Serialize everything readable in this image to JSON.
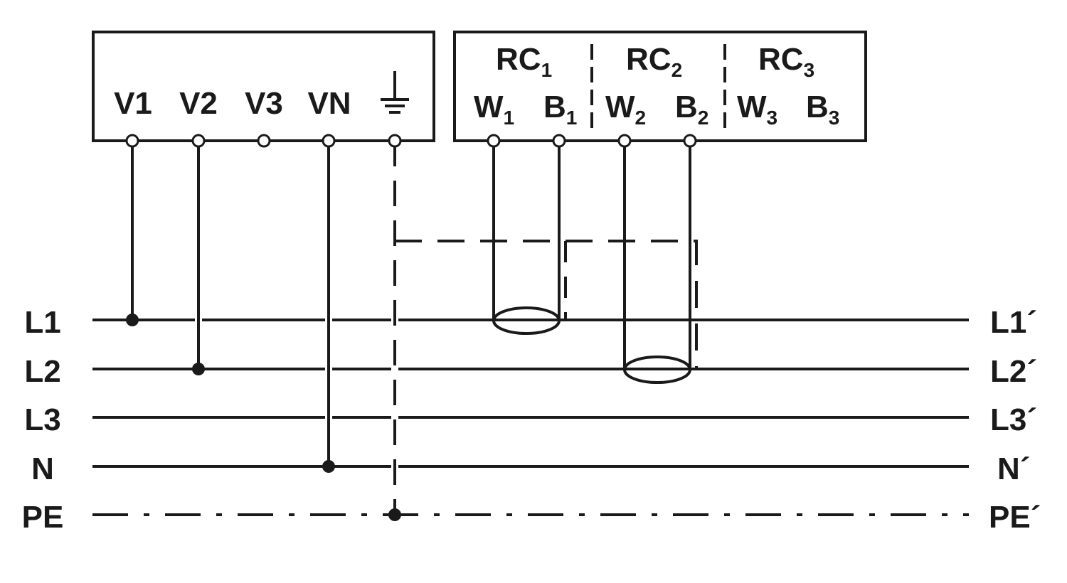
{
  "voltage_terminals": [
    "V1",
    "V2",
    "V3",
    "VN"
  ],
  "rc_groups": [
    {
      "name": "RC",
      "sub": "1",
      "w": "W",
      "w_sub": "1",
      "b": "B",
      "b_sub": "1"
    },
    {
      "name": "RC",
      "sub": "2",
      "w": "W",
      "w_sub": "2",
      "b": "B",
      "b_sub": "2"
    },
    {
      "name": "RC",
      "sub": "3",
      "w": "W",
      "w_sub": "3",
      "b": "B",
      "b_sub": "3"
    }
  ],
  "lines_left": [
    "L1",
    "L2",
    "L3",
    "N",
    "PE"
  ],
  "lines_right": [
    "L1´",
    "L2´",
    "L3´",
    "N´",
    "PE´"
  ],
  "colors": {
    "ink": "#1a1a1a",
    "background": "#ffffff"
  }
}
